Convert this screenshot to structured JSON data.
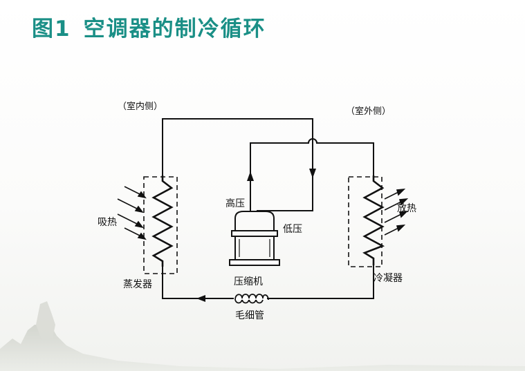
{
  "title": {
    "prefix": "图1",
    "text": "空调器的制冷循环",
    "color": "#1a8f86"
  },
  "labels": {
    "indoor": "（室内侧）",
    "outdoor": "（室外侧）",
    "absorb_heat": "吸热",
    "release_heat": "放热",
    "high_pressure": "高压",
    "low_pressure": "低压",
    "compressor": "压缩机",
    "evaporator": "蒸发器",
    "condenser": "冷凝器",
    "capillary": "毛细管"
  },
  "colors": {
    "line": "#111111",
    "accent": "#1a8f86"
  }
}
